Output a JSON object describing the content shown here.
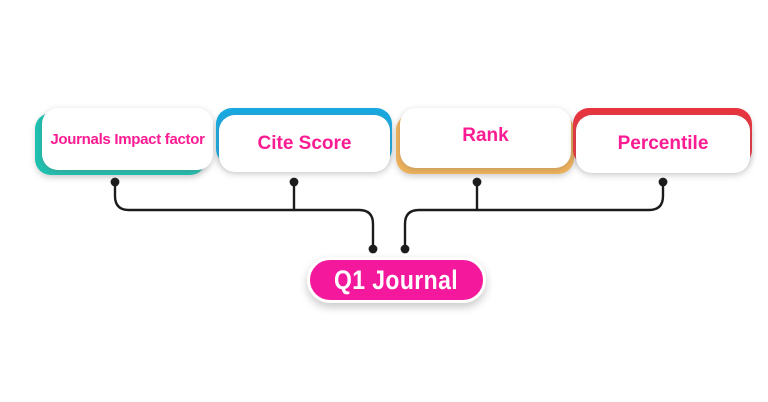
{
  "diagram": {
    "background_color": "#ffffff",
    "connector_color": "#1c1c1c",
    "label_text_color": "#fb1b92",
    "factor_nodes": [
      {
        "label": "Journals Impact factor",
        "accent_color": "#1dc2b1",
        "accent_position": "bottom-left"
      },
      {
        "label": "Cite Score",
        "accent_color": "#19a9e0",
        "accent_position": "top"
      },
      {
        "label": "Rank",
        "accent_color": "#f2b35a",
        "accent_position": "bottom"
      },
      {
        "label": "Percentile",
        "accent_color": "#e8353f",
        "accent_position": "top"
      }
    ],
    "center_node": {
      "label": "Q1 Journal",
      "background_color": "#f4189c",
      "text_color": "#ffffff"
    },
    "connections": [
      {
        "from": "Journals Impact factor",
        "to": "Q1 Journal"
      },
      {
        "from": "Cite Score",
        "to": "Q1 Journal"
      },
      {
        "from": "Rank",
        "to": "Q1 Journal"
      },
      {
        "from": "Percentile",
        "to": "Q1 Journal"
      }
    ]
  }
}
